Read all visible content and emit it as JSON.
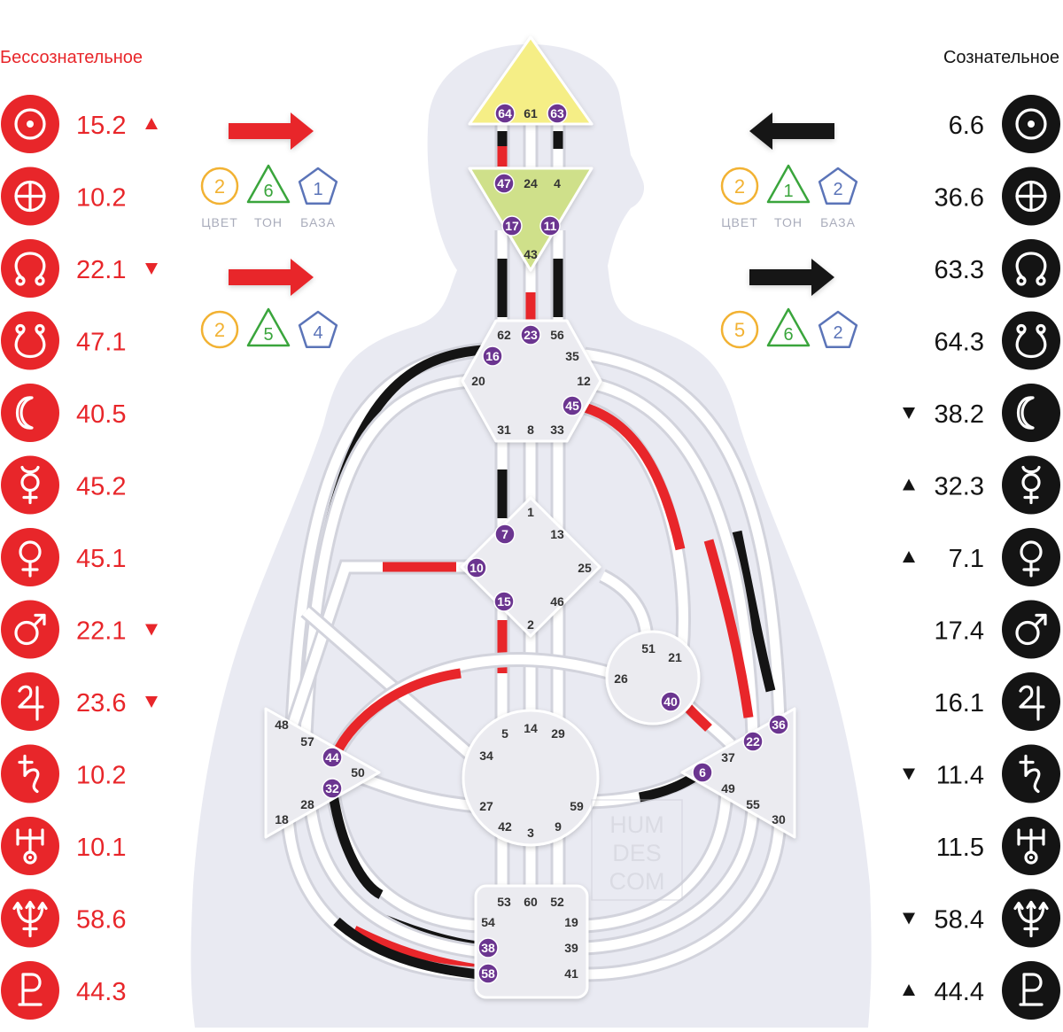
{
  "design": {
    "title": "Бессознательное",
    "planets": [
      {
        "icon": "sun-icon",
        "value": "15.2",
        "arrow": "up"
      },
      {
        "icon": "earth-icon",
        "value": "10.2",
        "arrow": ""
      },
      {
        "icon": "north-node-icon",
        "value": "22.1",
        "arrow": "down"
      },
      {
        "icon": "south-node-icon",
        "value": "47.1",
        "arrow": ""
      },
      {
        "icon": "moon-icon",
        "value": "40.5",
        "arrow": ""
      },
      {
        "icon": "mercury-icon",
        "value": "45.2",
        "arrow": ""
      },
      {
        "icon": "venus-icon",
        "value": "45.1",
        "arrow": ""
      },
      {
        "icon": "mars-icon",
        "value": "22.1",
        "arrow": "down"
      },
      {
        "icon": "jupiter-icon",
        "value": "23.6",
        "arrow": "down"
      },
      {
        "icon": "saturn-icon",
        "value": "10.2",
        "arrow": ""
      },
      {
        "icon": "uranus-icon",
        "value": "10.1",
        "arrow": ""
      },
      {
        "icon": "neptune-icon",
        "value": "58.6",
        "arrow": ""
      },
      {
        "icon": "pluto-icon",
        "value": "44.3",
        "arrow": ""
      }
    ],
    "variables": [
      {
        "arrow": "right",
        "color": "2",
        "tone": "6",
        "base": "1"
      },
      {
        "arrow": "right",
        "color": "2",
        "tone": "5",
        "base": "4"
      }
    ]
  },
  "personality": {
    "title": "Сознательное",
    "planets": [
      {
        "icon": "sun-icon",
        "value": "6.6",
        "arrow": ""
      },
      {
        "icon": "earth-icon",
        "value": "36.6",
        "arrow": ""
      },
      {
        "icon": "north-node-icon",
        "value": "63.3",
        "arrow": ""
      },
      {
        "icon": "south-node-icon",
        "value": "64.3",
        "arrow": ""
      },
      {
        "icon": "moon-icon",
        "value": "38.2",
        "arrow": "down"
      },
      {
        "icon": "mercury-icon",
        "value": "32.3",
        "arrow": "up"
      },
      {
        "icon": "venus-icon",
        "value": "7.1",
        "arrow": "up"
      },
      {
        "icon": "mars-icon",
        "value": "17.4",
        "arrow": ""
      },
      {
        "icon": "jupiter-icon",
        "value": "16.1",
        "arrow": ""
      },
      {
        "icon": "saturn-icon",
        "value": "11.4",
        "arrow": "down"
      },
      {
        "icon": "uranus-icon",
        "value": "11.5",
        "arrow": ""
      },
      {
        "icon": "neptune-icon",
        "value": "58.4",
        "arrow": "down"
      },
      {
        "icon": "pluto-icon",
        "value": "44.4",
        "arrow": "up"
      }
    ],
    "variables": [
      {
        "arrow": "left",
        "color": "2",
        "tone": "1",
        "base": "2"
      },
      {
        "arrow": "right",
        "color": "5",
        "tone": "6",
        "base": "2"
      }
    ]
  },
  "variable_labels": {
    "color": "ЦВЕТ",
    "tone": "ТОН",
    "base": "БАЗА"
  },
  "watermark": [
    "HUM",
    "DES",
    "COM"
  ],
  "colors": {
    "design": "#e8262a",
    "personality": "#141414",
    "body": "#e9eaf2",
    "center": "#ebebf0",
    "head": "#f5ee86",
    "ajna": "#cfe08a",
    "active_gate": "#6b3590",
    "color_var": "#f2b233",
    "tone_var": "#3aa53c",
    "base_var": "#5b74b8"
  },
  "centers": [
    {
      "id": "head",
      "defined": true,
      "gates": [
        {
          "n": "64",
          "active": true
        },
        {
          "n": "61",
          "active": false
        },
        {
          "n": "63",
          "active": true
        }
      ]
    },
    {
      "id": "ajna",
      "defined": true,
      "gates": [
        {
          "n": "47",
          "active": true
        },
        {
          "n": "24",
          "active": false
        },
        {
          "n": "4",
          "active": false
        },
        {
          "n": "17",
          "active": true
        },
        {
          "n": "11",
          "active": true
        },
        {
          "n": "43",
          "active": false
        }
      ]
    },
    {
      "id": "throat",
      "defined": false,
      "gates": [
        {
          "n": "62",
          "active": false
        },
        {
          "n": "23",
          "active": true
        },
        {
          "n": "56",
          "active": false
        },
        {
          "n": "16",
          "active": true
        },
        {
          "n": "35",
          "active": false
        },
        {
          "n": "20",
          "active": false
        },
        {
          "n": "12",
          "active": false
        },
        {
          "n": "45",
          "active": true
        },
        {
          "n": "31",
          "active": false
        },
        {
          "n": "8",
          "active": false
        },
        {
          "n": "33",
          "active": false
        }
      ]
    },
    {
      "id": "g",
      "defined": false,
      "gates": [
        {
          "n": "1",
          "active": false
        },
        {
          "n": "7",
          "active": true
        },
        {
          "n": "13",
          "active": false
        },
        {
          "n": "10",
          "active": true
        },
        {
          "n": "25",
          "active": false
        },
        {
          "n": "15",
          "active": true
        },
        {
          "n": "46",
          "active": false
        },
        {
          "n": "2",
          "active": false
        }
      ]
    },
    {
      "id": "heart",
      "defined": false,
      "gates": [
        {
          "n": "51",
          "active": false
        },
        {
          "n": "21",
          "active": false
        },
        {
          "n": "26",
          "active": false
        },
        {
          "n": "40",
          "active": true
        }
      ]
    },
    {
      "id": "spleen",
      "defined": false,
      "gates": [
        {
          "n": "48",
          "active": false
        },
        {
          "n": "57",
          "active": false
        },
        {
          "n": "44",
          "active": true
        },
        {
          "n": "50",
          "active": false
        },
        {
          "n": "32",
          "active": true
        },
        {
          "n": "28",
          "active": false
        },
        {
          "n": "18",
          "active": false
        }
      ]
    },
    {
      "id": "sacral",
      "defined": false,
      "gates": [
        {
          "n": "5",
          "active": false
        },
        {
          "n": "14",
          "active": false
        },
        {
          "n": "29",
          "active": false
        },
        {
          "n": "34",
          "active": false
        },
        {
          "n": "27",
          "active": false
        },
        {
          "n": "59",
          "active": false
        },
        {
          "n": "42",
          "active": false
        },
        {
          "n": "3",
          "active": false
        },
        {
          "n": "9",
          "active": false
        }
      ]
    },
    {
      "id": "solar-plexus",
      "defined": false,
      "gates": [
        {
          "n": "36",
          "active": true
        },
        {
          "n": "22",
          "active": true
        },
        {
          "n": "37",
          "active": false
        },
        {
          "n": "6",
          "active": true
        },
        {
          "n": "49",
          "active": false
        },
        {
          "n": "55",
          "active": false
        },
        {
          "n": "30",
          "active": false
        }
      ]
    },
    {
      "id": "root",
      "defined": false,
      "gates": [
        {
          "n": "53",
          "active": false
        },
        {
          "n": "60",
          "active": false
        },
        {
          "n": "52",
          "active": false
        },
        {
          "n": "54",
          "active": false
        },
        {
          "n": "19",
          "active": false
        },
        {
          "n": "38",
          "active": true
        },
        {
          "n": "39",
          "active": false
        },
        {
          "n": "58",
          "active": true
        },
        {
          "n": "41",
          "active": false
        }
      ]
    }
  ]
}
